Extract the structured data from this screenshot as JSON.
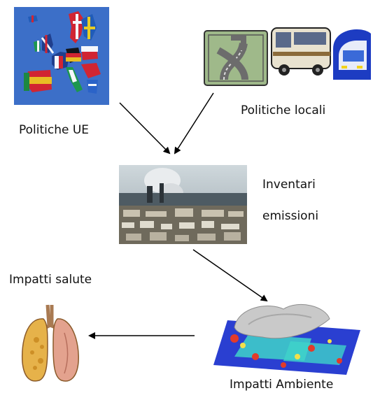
{
  "labels": {
    "eu_policies": "Politiche UE",
    "local_policies": "Politiche locali",
    "inventory_line1": "Inventari",
    "inventory_line2": "emissioni",
    "health_impacts": "Impatti salute",
    "environment_impacts": "Impatti Ambiente"
  },
  "colors": {
    "arrow": "#000000",
    "europe_sea": "#3c6fc8",
    "road_sign_bg": "#9fb98a",
    "bus_body": "#e8e2cf",
    "tunnel_blue": "#1d3cc2",
    "map_low": "#2a3fd1",
    "map_mid": "#3fd3c9",
    "map_high": "#e23b2a"
  },
  "icons": {
    "eu_map": "europe-flags-map-icon",
    "road_sign": "highway-sign-icon",
    "bus": "bus-icon",
    "metro": "metro-train-icon",
    "city": "industrial-city-photo",
    "lungs": "lungs-illustration",
    "terrain": "pollution-terrain-map"
  }
}
